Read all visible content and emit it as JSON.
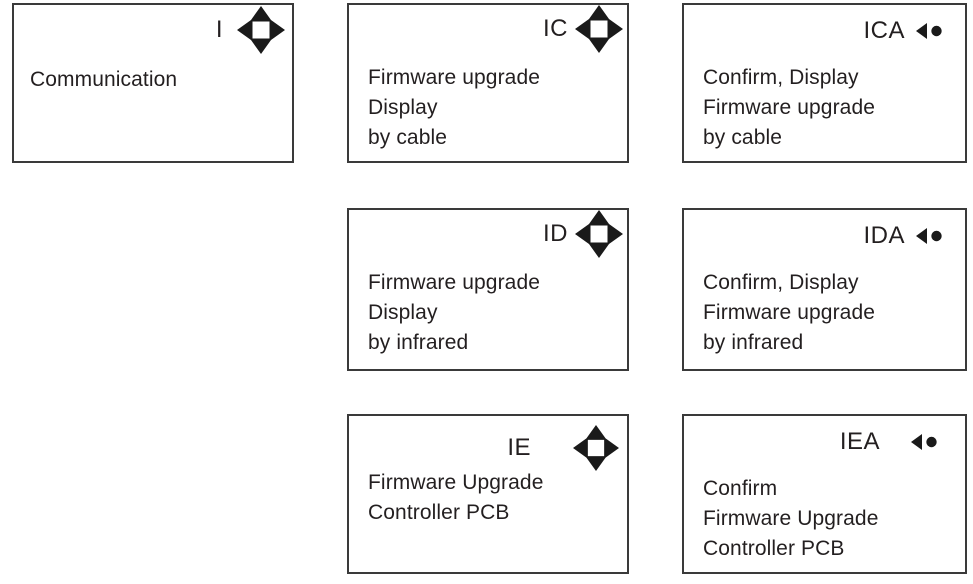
{
  "diagram": {
    "title_hint": "menu navigation map",
    "colors": {
      "ink": "#231f20",
      "border": "#3a3a3a",
      "background": "#ffffff",
      "icon_fill": "#1a1a1a"
    },
    "icons": {
      "nav_diamond": "navigation-arrows-icon",
      "back_dot": "back-confirm-icon"
    },
    "boxes": [
      {
        "code": "I",
        "icon": "nav_diamond",
        "lines": [
          "Communication"
        ]
      },
      {
        "code": "IC",
        "icon": "nav_diamond",
        "lines": [
          "Firmware upgrade",
          "Display",
          "by cable"
        ]
      },
      {
        "code": "ICA",
        "icon": "back_dot",
        "lines": [
          "Confirm, Display",
          "Firmware upgrade",
          "by cable"
        ]
      },
      {
        "code": "ID",
        "icon": "nav_diamond",
        "lines": [
          "Firmware upgrade",
          "Display",
          "by infrared"
        ]
      },
      {
        "code": "IDA",
        "icon": "back_dot",
        "lines": [
          "Confirm, Display",
          "Firmware upgrade",
          "by infrared"
        ]
      },
      {
        "code": "IE",
        "icon": "nav_diamond",
        "lines": [
          "Firmware Upgrade",
          "Controller PCB"
        ]
      },
      {
        "code": "IEA",
        "icon": "back_dot",
        "lines": [
          "Confirm",
          "Firmware Upgrade",
          "Controller PCB"
        ]
      }
    ]
  }
}
